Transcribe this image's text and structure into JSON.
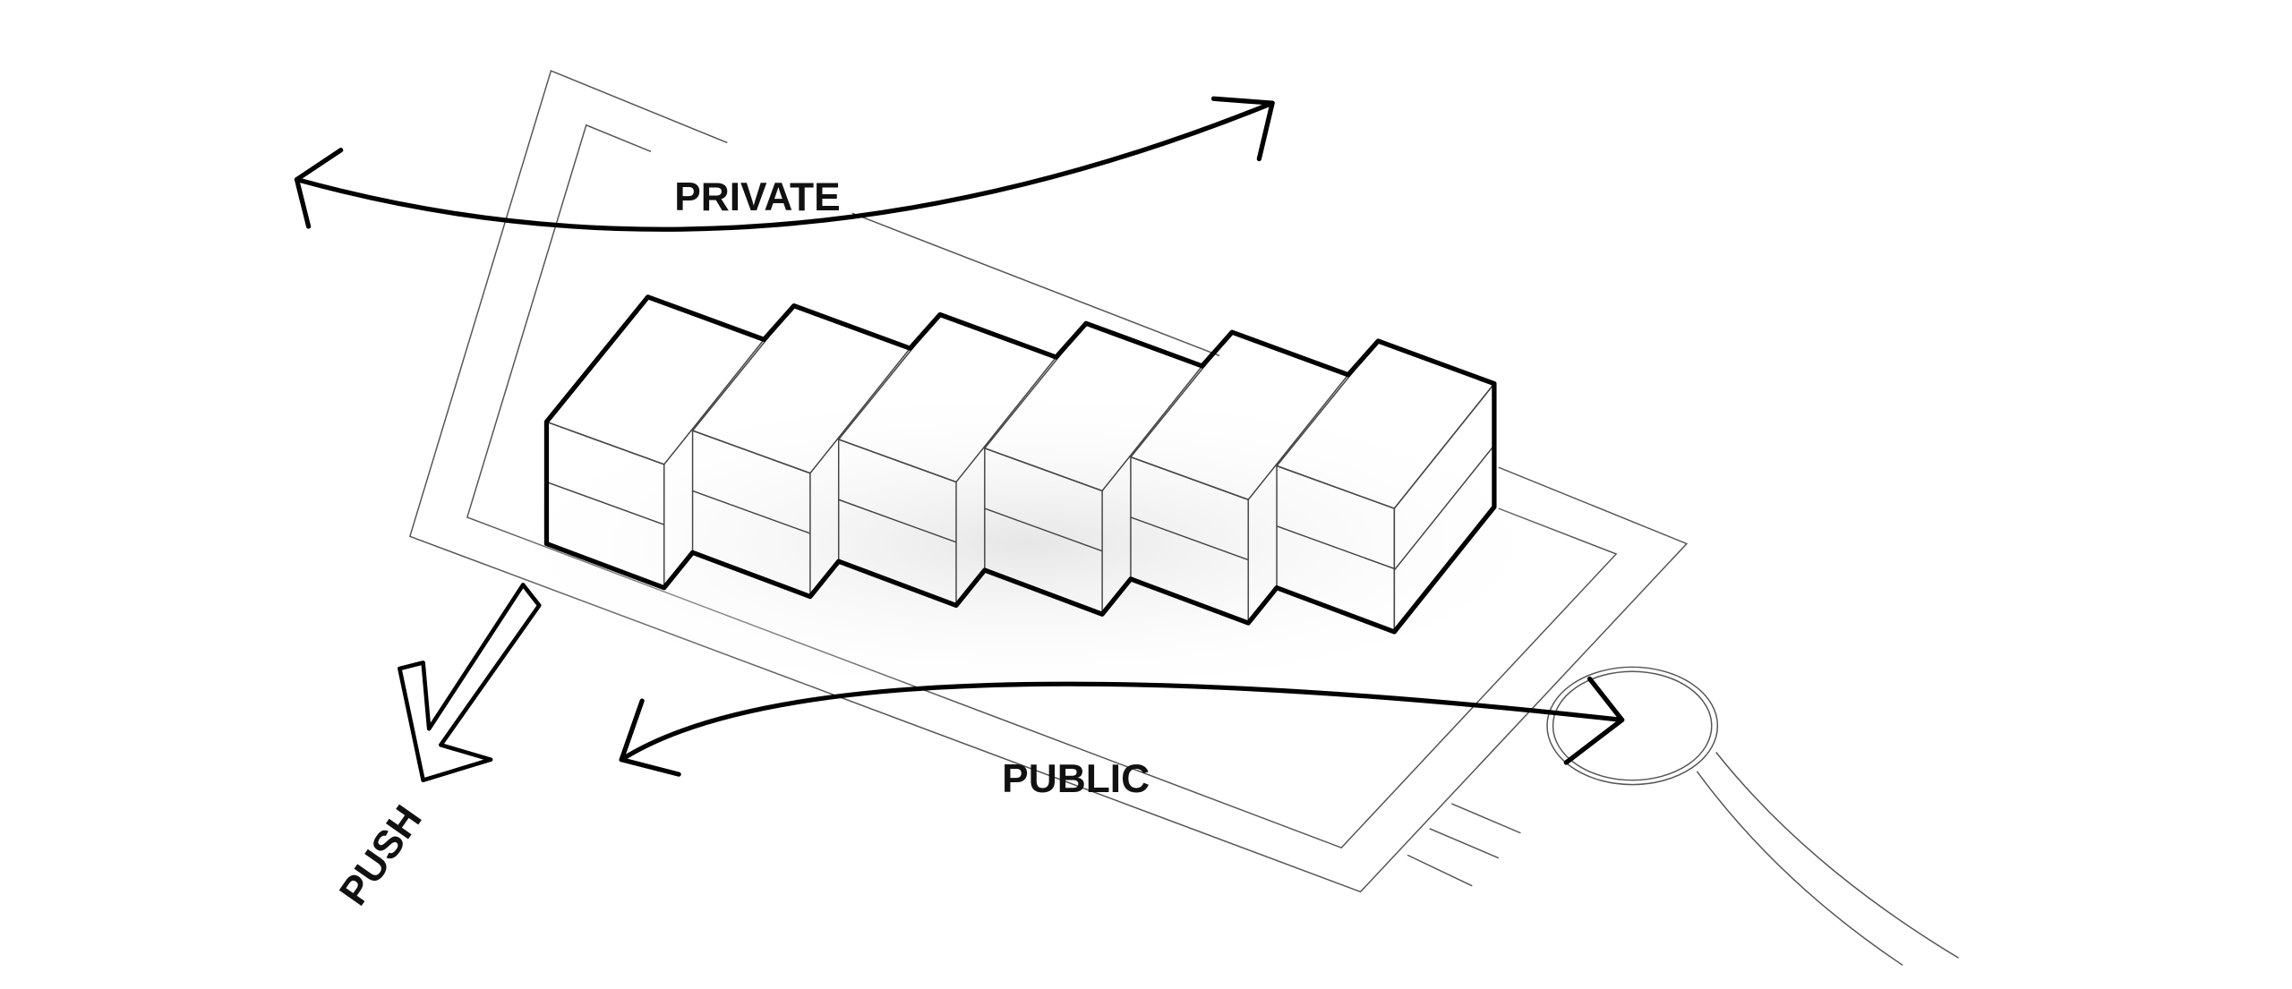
{
  "labels": {
    "private": "PRIVATE",
    "public": "PUBLIC",
    "push": "PUSH"
  },
  "building": {
    "modules": 6,
    "floors": 2
  },
  "colors": {
    "ink": "#000000",
    "site_line": "#555555",
    "background": "#ffffff"
  }
}
